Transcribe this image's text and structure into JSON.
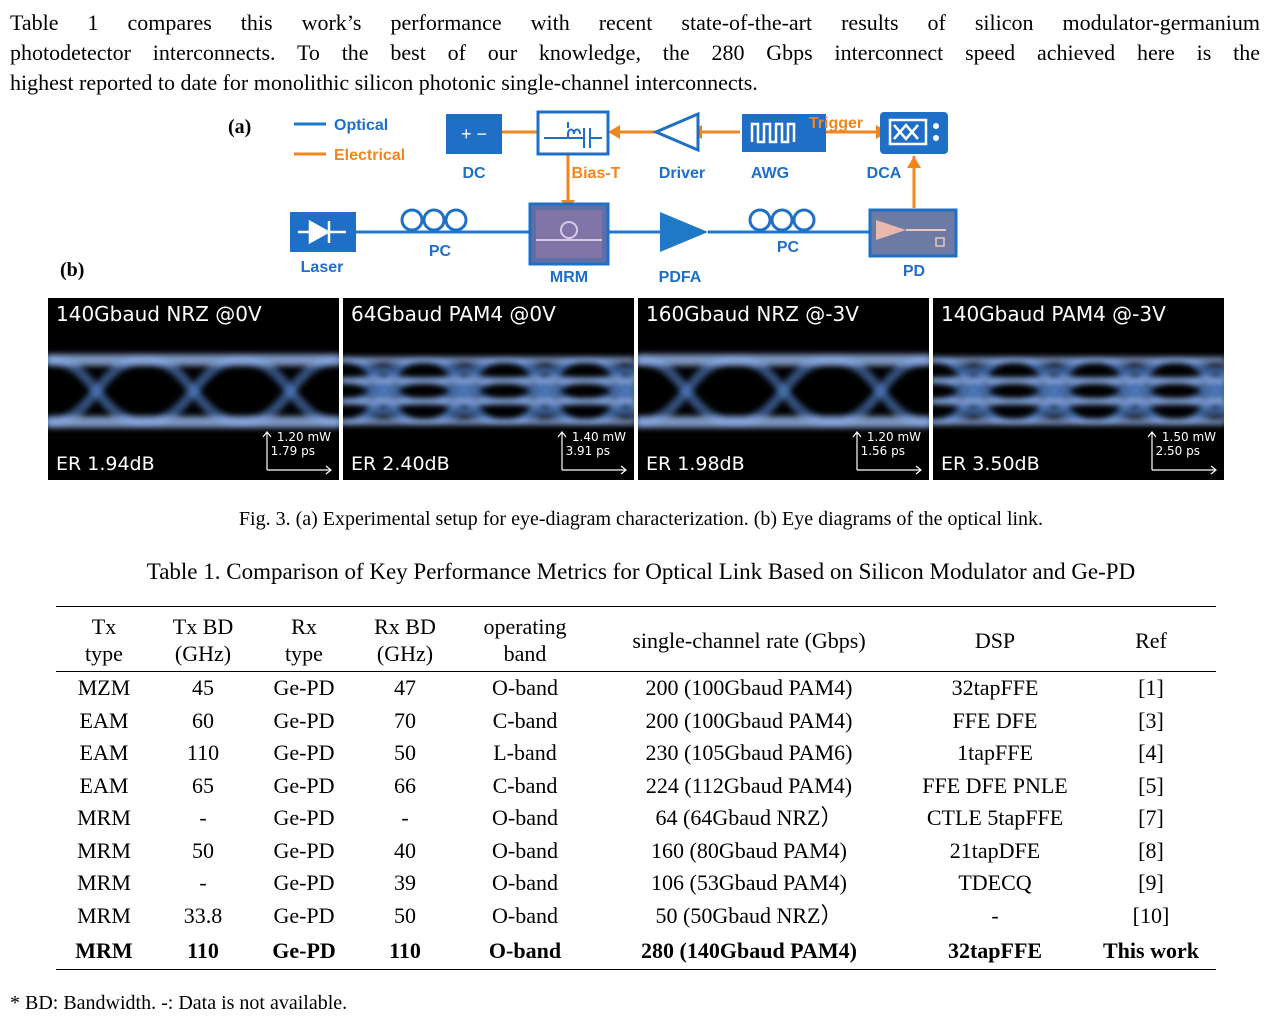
{
  "paragraph": [
    "Table 1 compares this work’s performance with recent state-of-the-art results of silicon modulator-germanium",
    "photodetector interconnects. To the best of our knowledge, the 280 Gbps interconnect speed achieved here is the",
    "highest reported to date for monolithic silicon photonic single-channel interconnects."
  ],
  "figure": {
    "panel_a": "(a)",
    "panel_b": "(b)",
    "legend": {
      "optical": "Optical",
      "electrical": "Electrical"
    },
    "colors": {
      "optical": "#1f78c8",
      "electrical": "#f0861e",
      "block": "#1f6fc6",
      "label": "#1f6fc6"
    },
    "blocks": {
      "dc": "DC",
      "dc_symbol": "+  −",
      "bias_t": "Bias-T",
      "driver": "Driver",
      "awg": "AWG",
      "trigger": "Trigger",
      "dca": "DCA",
      "laser": "Laser",
      "pc1": "PC",
      "mrm": "MRM",
      "pdfa": "PDFA",
      "pc2": "PC",
      "pd": "PD"
    },
    "eyes": [
      {
        "title": "140Gbaud NRZ @0V",
        "er": "ER 1.94dB",
        "power": "1.20 mW",
        "time": "1.79 ps",
        "levels": 2
      },
      {
        "title": "64Gbaud PAM4 @0V",
        "er": "ER 2.40dB",
        "power": "1.40 mW",
        "time": "3.91 ps",
        "levels": 4
      },
      {
        "title": "160Gbaud NRZ @-3V",
        "er": "ER 1.98dB",
        "power": "1.20 mW",
        "time": "1.56 ps",
        "levels": 2
      },
      {
        "title": "140Gbaud PAM4 @-3V",
        "er": "ER 3.50dB",
        "power": "1.50 mW",
        "time": "2.50 ps",
        "levels": 4
      }
    ],
    "caption": "Fig. 3. (a) Experimental setup for eye-diagram characterization. (b) Eye diagrams of the optical link."
  },
  "table": {
    "caption": "Table 1. Comparison of Key Performance Metrics for Optical Link Based on Silicon Modulator and Ge-PD",
    "headers": [
      [
        "Tx",
        "type"
      ],
      [
        "Tx BD",
        "(GHz)"
      ],
      [
        "Rx",
        "type"
      ],
      [
        "Rx BD",
        "(GHz)"
      ],
      [
        "operating",
        "band"
      ],
      [
        "single-channel rate (Gbps)"
      ],
      [
        "DSP"
      ],
      [
        "Ref"
      ]
    ],
    "rows": [
      [
        "MZM",
        "45",
        "Ge-PD",
        "47",
        "O-band",
        "200 (100Gbaud PAM4)",
        "32tapFFE",
        "[1]"
      ],
      [
        "EAM",
        "60",
        "Ge-PD",
        "70",
        "C-band",
        "200 (100Gbaud PAM4)",
        "FFE DFE",
        "[3]"
      ],
      [
        "EAM",
        "110",
        "Ge-PD",
        "50",
        "L-band",
        "230 (105Gbaud PAM6)",
        "1tapFFE",
        "[4]"
      ],
      [
        "EAM",
        "65",
        "Ge-PD",
        "66",
        "C-band",
        "224 (112Gbaud PAM4)",
        "FFE DFE PNLE",
        "[5]"
      ],
      [
        "MRM",
        "-",
        "Ge-PD",
        "-",
        "O-band",
        "64 (64Gbaud NRZ）",
        "CTLE 5tapFFE",
        "[7]"
      ],
      [
        "MRM",
        "50",
        "Ge-PD",
        "40",
        "O-band",
        "160 (80Gbaud PAM4)",
        "21tapDFE",
        "[8]"
      ],
      [
        "MRM",
        "-",
        "Ge-PD",
        "39",
        "O-band",
        "106 (53Gbaud PAM4)",
        "TDECQ",
        "[9]"
      ],
      [
        "MRM",
        "33.8",
        "Ge-PD",
        "50",
        "O-band",
        "50 (50Gbaud NRZ）",
        "-",
        "[10]"
      ]
    ],
    "highlight_row": [
      "MRM",
      "110",
      "Ge-PD",
      "110",
      "O-band",
      "280 (140Gbaud PAM4)",
      "32tapFFE",
      "This work"
    ],
    "footnote": "* BD: Bandwidth. -: Data is not available."
  }
}
